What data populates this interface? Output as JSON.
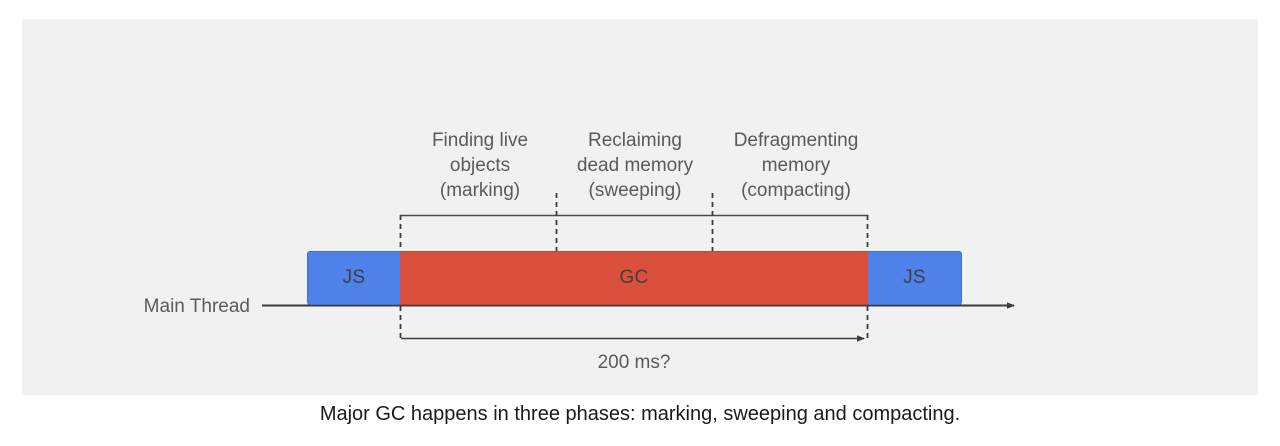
{
  "slide": {
    "background_color": "#f1f1f1",
    "page_background_color": "#ffffff"
  },
  "diagram": {
    "timeline_axis_label": "Main Thread",
    "duration_annotation": "200 ms?",
    "bar_segments": [
      {
        "label": "JS",
        "color": "#4f81e8",
        "kind": "javascript"
      },
      {
        "label": "GC",
        "color": "#d9503c",
        "kind": "garbage-collection"
      },
      {
        "label": "JS",
        "color": "#4f81e8",
        "kind": "javascript"
      }
    ],
    "phases": [
      {
        "label": "Finding live\nobjects\n(marking)",
        "name": "marking"
      },
      {
        "label": "Reclaiming\ndead memory\n(sweeping)",
        "name": "sweeping"
      },
      {
        "label": "Defragmenting\nmemory\n(compacting)",
        "name": "compacting"
      }
    ],
    "line_color": "#444444",
    "text_color": "#5a5a5a"
  },
  "caption": {
    "text": "Major GC happens in three phases: marking, sweeping and compacting.",
    "color": "#1a1a1a"
  }
}
